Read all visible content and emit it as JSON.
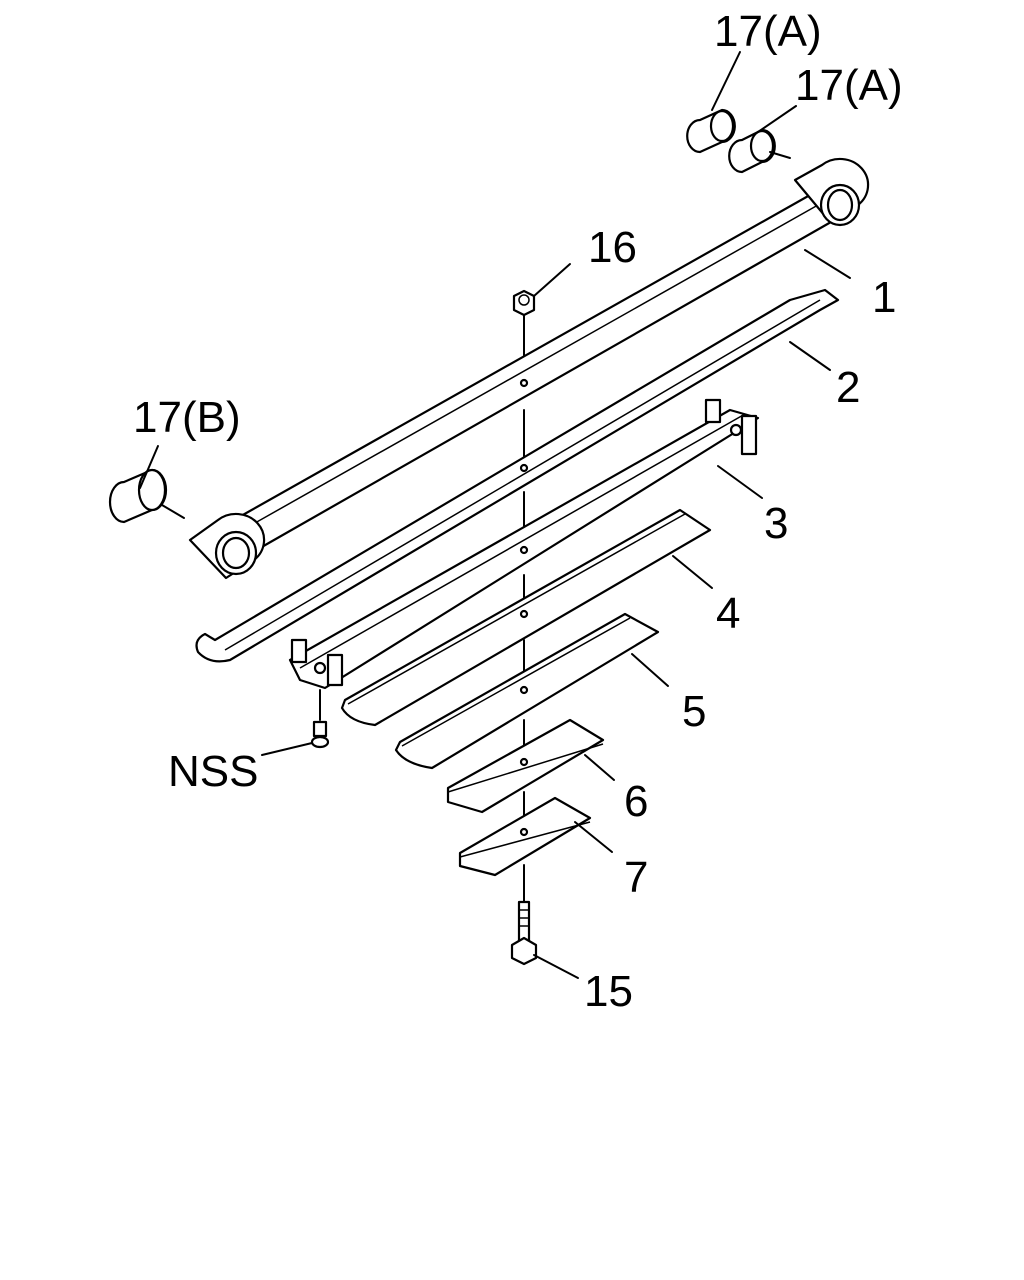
{
  "callouts": {
    "bushing_a_top": "17(A)",
    "bushing_a_right": "17(A)",
    "bushing_b": "17(B)",
    "nut": "16",
    "leaf_1": "1",
    "leaf_2": "2",
    "leaf_3": "3",
    "leaf_4": "4",
    "leaf_5": "5",
    "leaf_6": "6",
    "leaf_7": "7",
    "bolt": "15",
    "rivet": "NSS"
  }
}
